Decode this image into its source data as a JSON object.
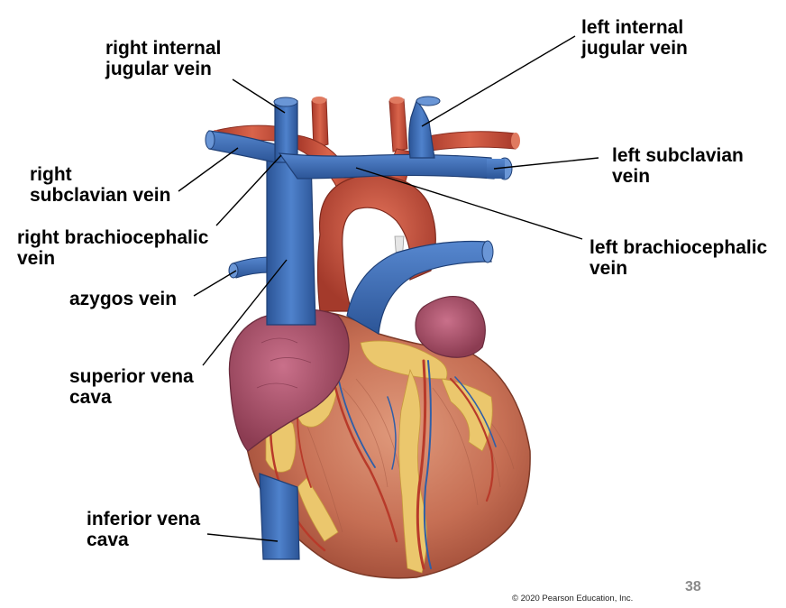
{
  "labels": {
    "right_internal_jugular": "right internal\njugular vein",
    "left_internal_jugular": "left internal\njugular vein",
    "right_subclavian": "right\nsubclavian vein",
    "left_subclavian": "left subclavian\nvein",
    "right_brachiocephalic": "right brachiocephalic\nvein",
    "left_brachiocephalic": "left brachiocephalic\nvein",
    "azygos": "azygos vein",
    "superior_vena_cava": "superior vena\ncava",
    "inferior_vena_cava": "inferior vena\ncava"
  },
  "footer": {
    "slide_number": "38",
    "copyright": "© 2020 Pearson Education, Inc."
  },
  "colors": {
    "vein": "#3f6fb8",
    "vein_dark": "#274f8e",
    "artery": "#c9503a",
    "heart_muscle": "#c8735a",
    "atrium": "#a84c63",
    "fat": "#e9c56a"
  }
}
